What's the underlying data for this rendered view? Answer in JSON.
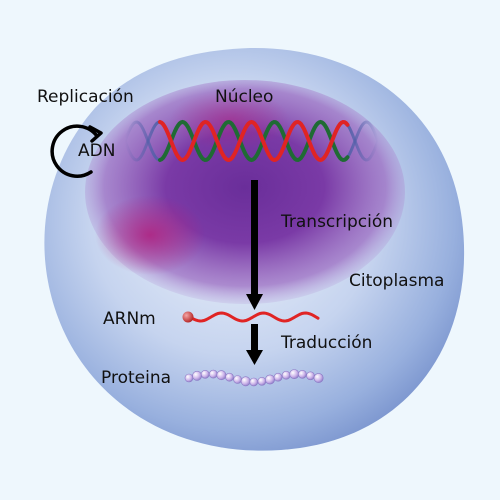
{
  "labels": {
    "replication": "Replicación",
    "dna": "ADN",
    "nucleus": "Núcleo",
    "transcription": "Transcripción",
    "cytoplasm": "Citoplasma",
    "mrna": "ARNm",
    "translation": "Traducción",
    "protein": "Proteina"
  },
  "colors": {
    "background": "#eef7fd",
    "cell": "#8fa9dc",
    "nucleus": "#7a3ea8",
    "dna_strand_red": "#e02424",
    "dna_strand_green": "#1f6b34",
    "dna_faded": "#5060a8",
    "mrna": "#e02424",
    "protein_beads": [
      "#d9b8ee",
      "#b8a8e6",
      "#9ea8dc"
    ],
    "arrow": "#000000"
  },
  "icons": {
    "replication": "circular-arrow-icon"
  }
}
